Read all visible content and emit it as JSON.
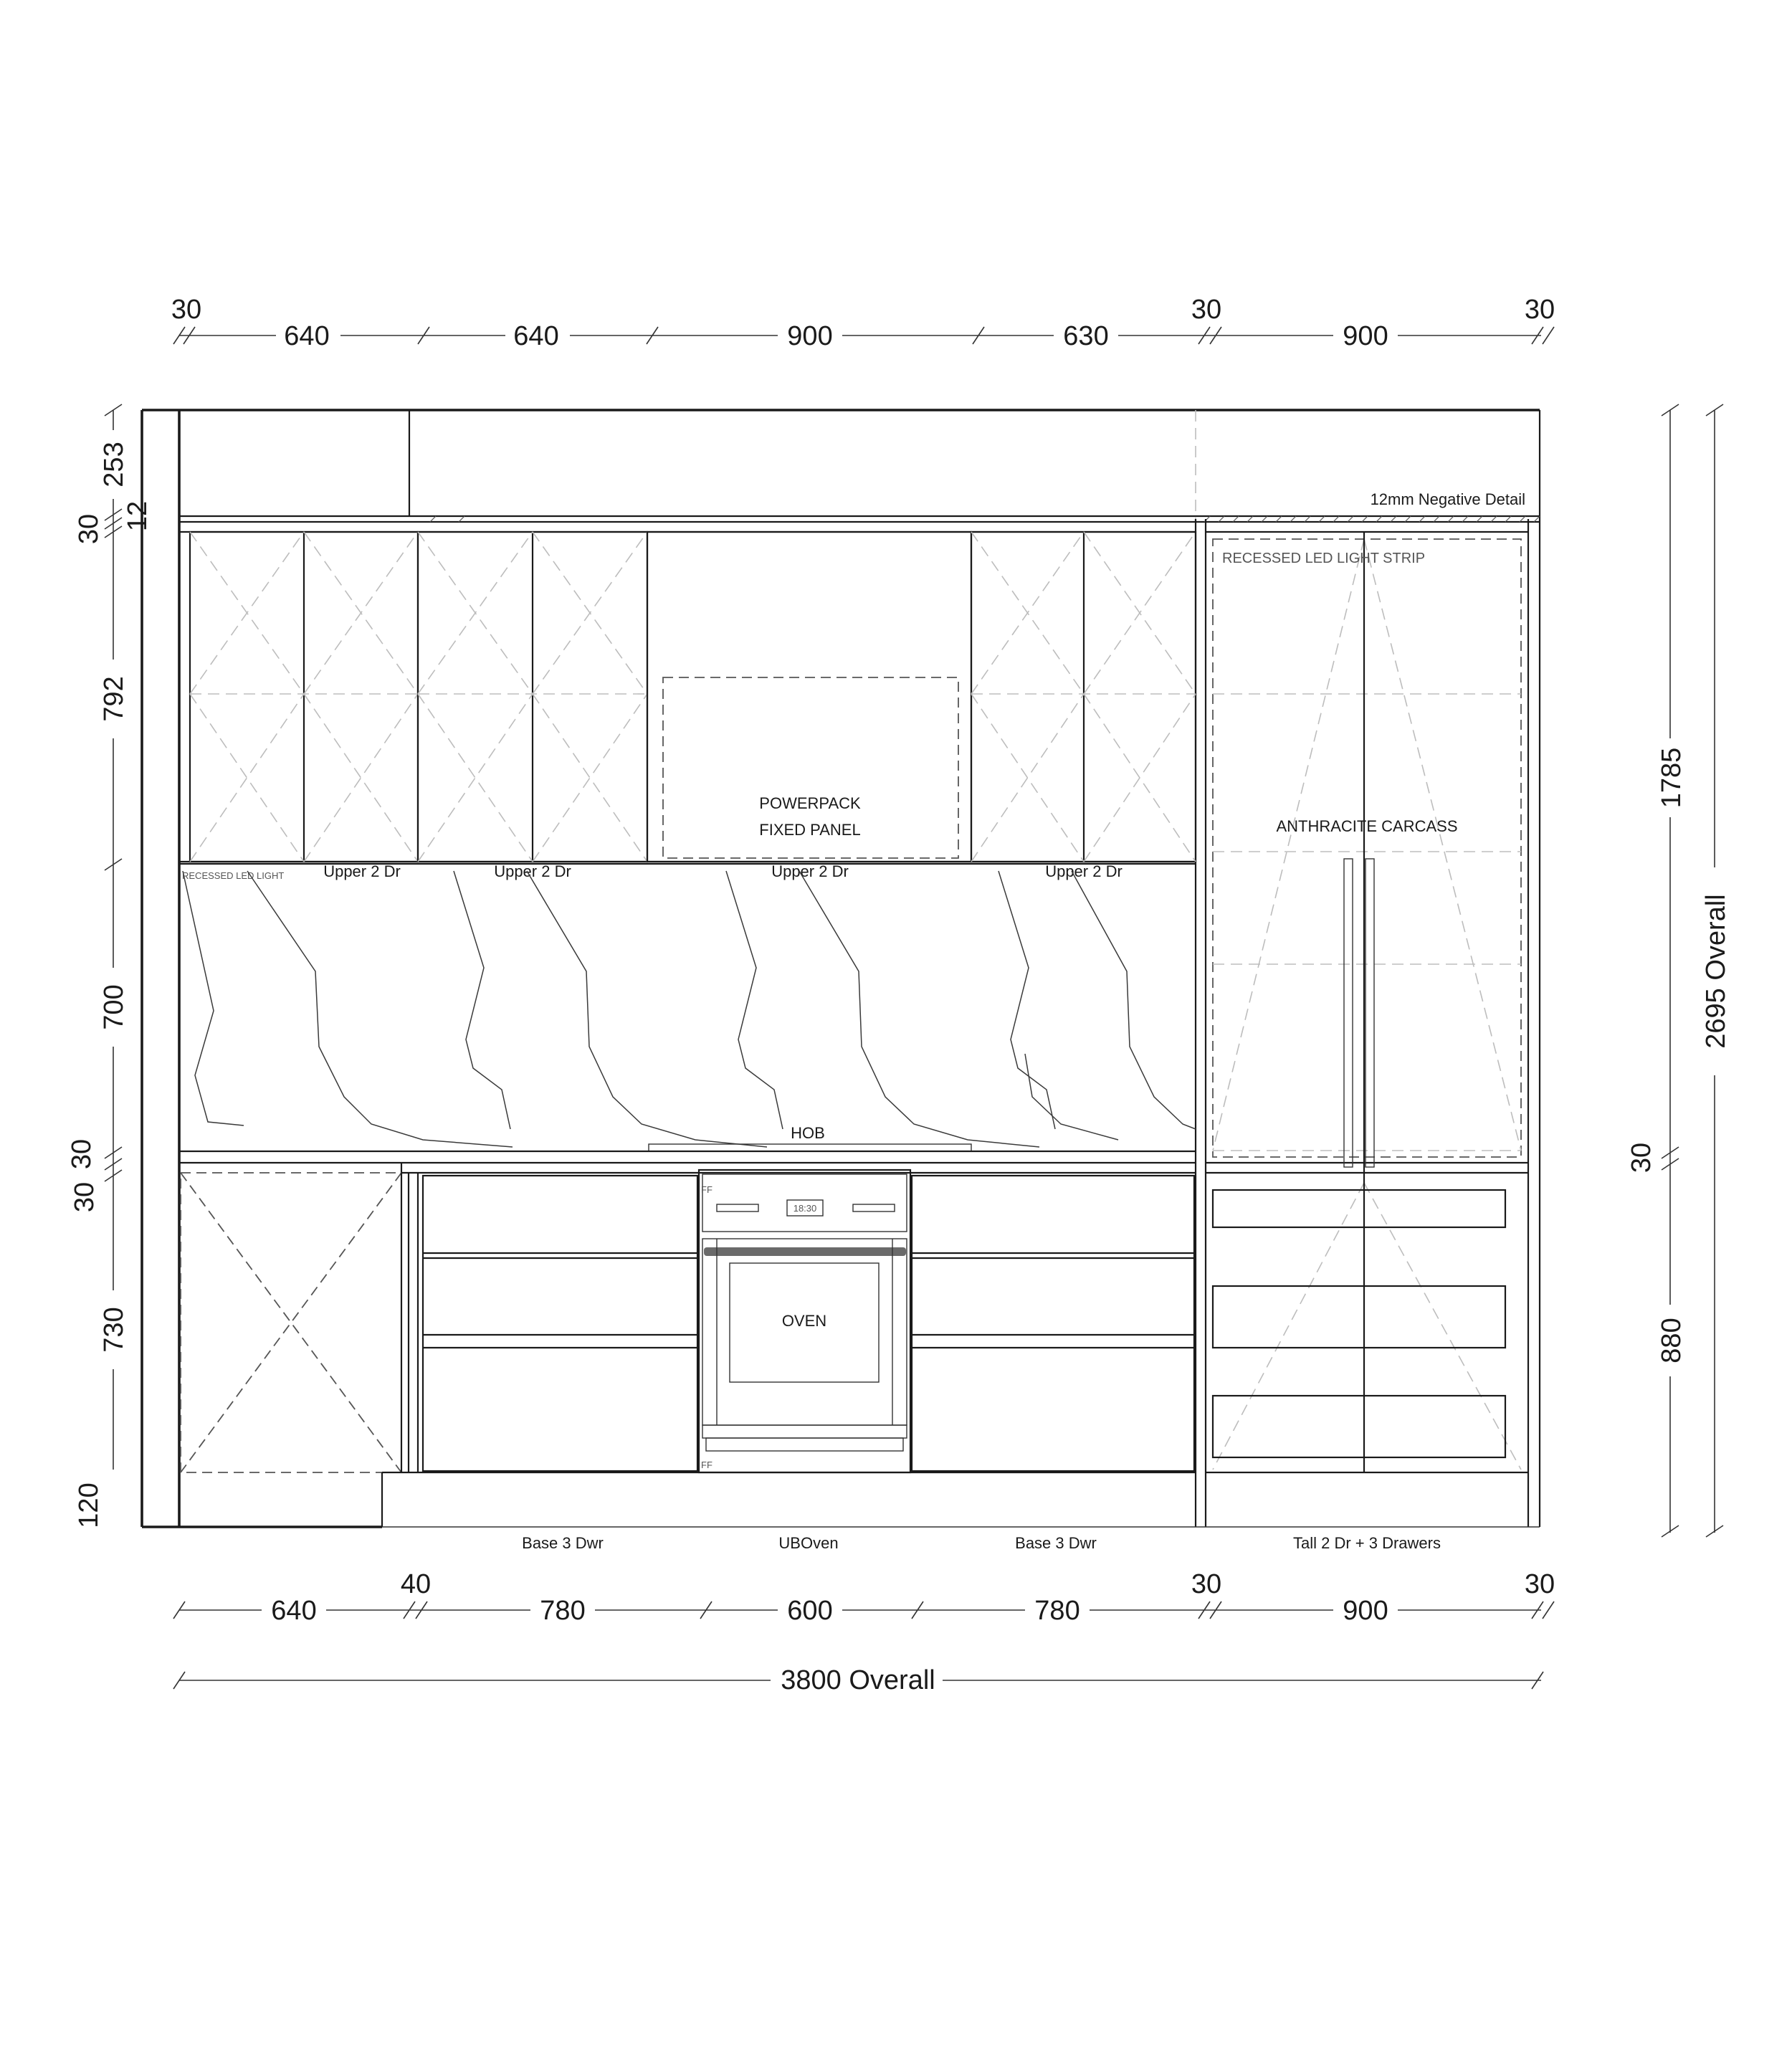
{
  "top_dims": {
    "d1": "30",
    "d2": "640",
    "d3": "640",
    "d4": "900",
    "d5": "630",
    "d6": "30",
    "d7": "900",
    "d8": "30"
  },
  "left_dims": {
    "d1": "253",
    "d2": "30",
    "d3": "12",
    "d4": "792",
    "d5": "700",
    "d6": "30",
    "d7": "30",
    "d8": "730",
    "d9": "120"
  },
  "right_dims": {
    "tall_upper": "1785",
    "gap": "30",
    "tall_lower": "880",
    "overall": "2695 Overall"
  },
  "bottom_dims": {
    "d1": "640",
    "d2": "40",
    "d3": "780",
    "d4": "600",
    "d5": "780",
    "d6": "30",
    "d7": "900",
    "d8": "30",
    "overall": "3800 Overall"
  },
  "labels": {
    "negative_detail": "12mm Negative Detail",
    "recessed_led_strip": "RECESSED LED LIGHT STRIP",
    "recessed_led_light": "RECESSED LED LIGHT",
    "powerpack": "POWERPACK",
    "fixed_panel": "FIXED PANEL",
    "anthracite": "ANTHRACITE CARCASS",
    "upper_1": "Upper 2 Dr",
    "upper_2": "Upper 2 Dr",
    "upper_3": "Upper 2 Dr",
    "upper_4": "Upper 2 Dr",
    "hob": "HOB",
    "oven": "OVEN",
    "oven_display": "18:30",
    "ff_top": "FF",
    "ff_bottom": "FF",
    "base_left": "Base 3 Dwr",
    "ub_oven": "UBOven",
    "base_right": "Base 3 Dwr",
    "tall": "Tall 2 Dr + 3 Drawers"
  }
}
